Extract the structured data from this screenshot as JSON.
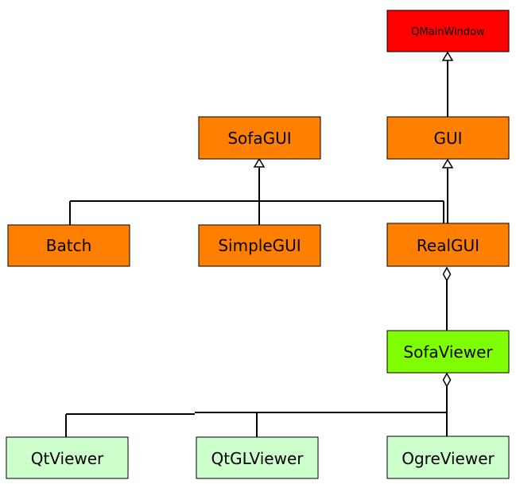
{
  "diagram": {
    "colors": {
      "qmainwindow": "#ff0000",
      "gui_class": "#ff7f00",
      "sofaviewer": "#80ff00",
      "viewer": "#ccffcc",
      "stroke": "#000000"
    },
    "nodes": {
      "qmainwindow": {
        "label": "QMainWindow"
      },
      "gui": {
        "label": "GUI"
      },
      "sofagui": {
        "label": "SofaGUI"
      },
      "batch": {
        "label": "Batch"
      },
      "simplegui": {
        "label": "SimpleGUI"
      },
      "realgui": {
        "label": "RealGUI"
      },
      "sofaviewer": {
        "label": "SofaViewer"
      },
      "qtviewer": {
        "label": "QtViewer"
      },
      "qtglviewer": {
        "label": "QtGLViewer"
      },
      "ogreviewer": {
        "label": "OgreViewer"
      }
    },
    "relations": [
      {
        "from": "gui",
        "to": "qmainwindow",
        "type": "inheritance"
      },
      {
        "from": "realgui",
        "to": "gui",
        "type": "inheritance"
      },
      {
        "from": "batch",
        "to": "sofagui",
        "type": "inheritance"
      },
      {
        "from": "simplegui",
        "to": "sofagui",
        "type": "inheritance"
      },
      {
        "from": "realgui",
        "to": "sofagui",
        "type": "inheritance"
      },
      {
        "from": "sofaviewer",
        "to": "realgui",
        "type": "aggregation"
      },
      {
        "from": "qtviewer",
        "to": "sofaviewer",
        "type": "aggregation"
      },
      {
        "from": "qtglviewer",
        "to": "sofaviewer",
        "type": "aggregation"
      },
      {
        "from": "ogreviewer",
        "to": "sofaviewer",
        "type": "aggregation"
      }
    ]
  }
}
